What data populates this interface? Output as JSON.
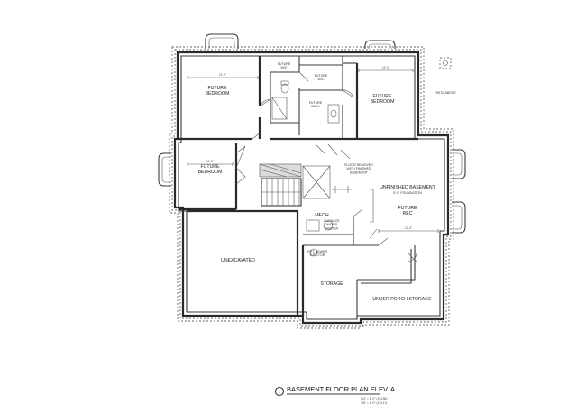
{
  "plan": {
    "rooms": {
      "bedroom_nw": "FUTURE\nBEDROOM",
      "wic_1": "FUTURE\nW/C",
      "wic_2": "FUTURE\nW/C",
      "bath": "FUTURE\nBATH",
      "bedroom_ne": "FUTURE\nBEDROOM",
      "bedroom_w": "FUTURE\nBEDROOM",
      "unfinished": "UNFINISHED BASEMENT",
      "rec": "FUTURE\nREC",
      "mech": "MECH",
      "unexcavated": "UNEXCAVATED",
      "storage": "STORAGE",
      "porch_storage": "UNDER PORCH STORAGE"
    },
    "notes": {
      "patio": "PATIO ABOVE",
      "stairs_note": "FLOOR REMOVED\nWITH FINISHED\nBASEMENT",
      "foundation": "9'-0\" FOUNDATION",
      "furnace": "FURNACE\nWATER\nHEATER",
      "ejector": "OPT. SEWER\nEJECTOR"
    },
    "title": {
      "number": "1",
      "text": "BASEMENT FLOOR PLAN ELEV. A",
      "scale_1": "1/4\" = 1'-0\" (24X36)",
      "scale_2": "1/8\" = 1'-0\" (11X17)"
    }
  }
}
